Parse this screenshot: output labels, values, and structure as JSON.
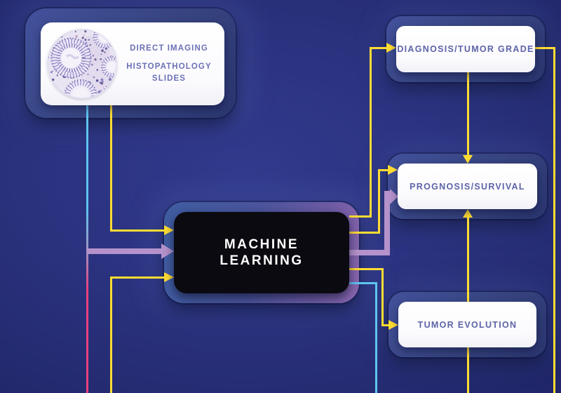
{
  "diagram_title": "histopathology machine learning workflow",
  "nodes": {
    "input": {
      "label_primary": "DIRECT IMAGING",
      "label_secondary": "HISTOPATHOLOGY SLIDES",
      "image": "histopathology-micrograph"
    },
    "machine_learning": {
      "label": "MACHINE LEARNING"
    },
    "diagnosis": {
      "label": "DIAGNOSIS/TUMOR GRADE"
    },
    "prognosis": {
      "label": "PROGNOSIS/SURVIVAL"
    },
    "tumor_evolution": {
      "label": "TUMOR EVOLUTION"
    }
  },
  "edges": [
    {
      "id": "input-to-ml-upper",
      "from": "histopathology-slides",
      "to": "machine-learning",
      "color": "#ffdc33"
    },
    {
      "id": "input-down-offscreen",
      "from": "histopathology-slides",
      "to": "offscreen-bottom",
      "color": "#5ec4ef to #e8417e gradient"
    },
    {
      "id": "left-line-to-ml-lavender",
      "from": "left-vertical-line",
      "to": "machine-learning",
      "color": "#b592cb"
    },
    {
      "id": "bottom-to-ml-lower",
      "from": "offscreen-bottom",
      "to": "machine-learning",
      "color": "#ffdc33"
    },
    {
      "id": "ml-to-diagnosis",
      "from": "machine-learning",
      "to": "diagnosis-tumor-grade",
      "color": "#ffdc33"
    },
    {
      "id": "ml-to-prognosis",
      "from": "machine-learning",
      "to": "prognosis-survival",
      "color": "#ffdc33"
    },
    {
      "id": "ml-to-prognosis-lavender",
      "from": "machine-learning",
      "to": "prognosis-survival",
      "color": "#b592cb"
    },
    {
      "id": "ml-to-tumor-evolution",
      "from": "machine-learning",
      "to": "tumor-evolution",
      "color": "#ffdc33"
    },
    {
      "id": "ml-down-offscreen-cyan",
      "from": "machine-learning",
      "to": "offscreen-bottom",
      "color": "#5ec4ef"
    },
    {
      "id": "diagnosis-to-prognosis",
      "from": "diagnosis-tumor-grade",
      "to": "prognosis-survival",
      "color": "#ffdc33"
    },
    {
      "id": "bottom-to-prognosis",
      "from": "offscreen-bottom",
      "to": "prognosis-survival",
      "color": "#ffdc33"
    },
    {
      "id": "diagnosis-right-down-offscreen",
      "from": "diagnosis-tumor-grade",
      "to": "offscreen-bottom",
      "color": "#ffdc33"
    }
  ],
  "palette": {
    "background_center": "#313a8c",
    "background_edge": "#171c53",
    "yellow": "#ffdc33",
    "cyan": "#5ec4ef",
    "magenta": "#e8417e",
    "lavender": "#b592cb",
    "node_text": "#5d64a8",
    "ml_box": "#0a0a10",
    "ml_text": "#ffffff",
    "node_fill": "#ffffff",
    "halo_blue": "#42519b",
    "ml_halo_gradient_end": "#8a66ad"
  }
}
